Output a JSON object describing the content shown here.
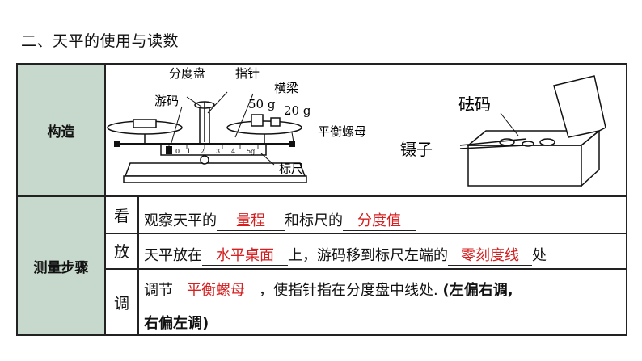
{
  "title": "二、天平的使用与读数",
  "sections": {
    "structure_label": "构造",
    "measure_label": "测量步骤"
  },
  "figure": {
    "labels": {
      "dial": "分度盘",
      "pointer": "指针",
      "beam": "横梁",
      "rider": "游码",
      "w50": "50 g",
      "w20": "20 g",
      "balance_nut": "平衡螺母",
      "scale": "标尺",
      "weights": "砝码",
      "tweezers": "镊子",
      "scale_ticks": [
        "0",
        "1",
        "2",
        "3",
        "4",
        "5g"
      ]
    }
  },
  "steps": [
    {
      "key": "看",
      "parts": [
        "观察天平的",
        "量程",
        "和标尺的",
        "分度值"
      ]
    },
    {
      "key": "放",
      "parts": [
        "天平放在",
        "水平桌面",
        "上，游码移到标尺左端的",
        "零刻度线",
        "处"
      ]
    },
    {
      "key": "调",
      "parts": [
        "调节",
        "平衡螺母",
        "，使指针指在分度盘中线处.",
        "(左偏右调,",
        "右偏左调)"
      ]
    }
  ]
}
